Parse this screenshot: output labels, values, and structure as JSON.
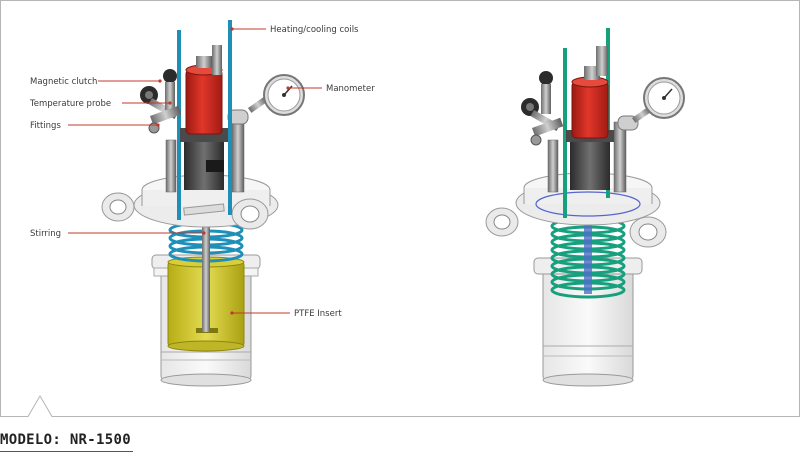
{
  "labels": {
    "heating_cooling_coils": "Heating/cooling coils",
    "magnetic_clutch": "Magnetic clutch",
    "temperature_probe": "Temperature probe",
    "fittings": "Fittings",
    "manometer": "Manometer",
    "stirring": "Stirring",
    "ptfe_insert": "PTFE Insert"
  },
  "caption": {
    "model": "MODELO: NR-1500"
  },
  "colors": {
    "motor_red": "#d42a1e",
    "coil_blue": "#1e8fb8",
    "coil_green": "#17a07e",
    "ptfe_yellow": "#c8c21e",
    "leader_red": "#c0392b",
    "frame_gray": "#b5b5b5"
  }
}
